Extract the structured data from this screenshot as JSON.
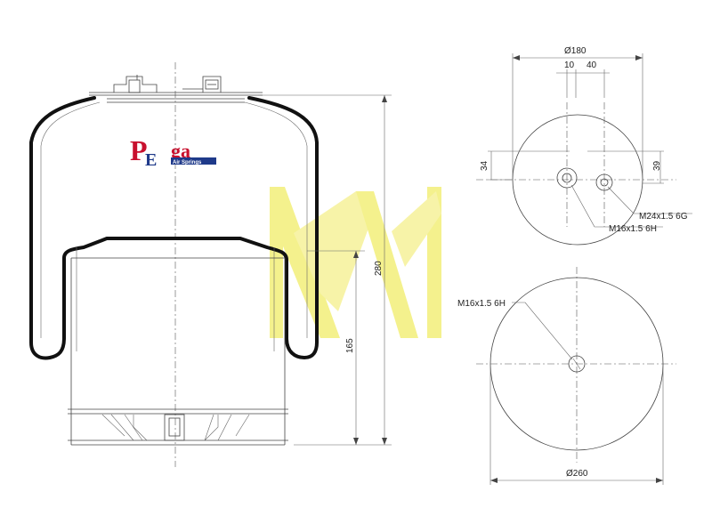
{
  "brand": {
    "letters_main": "P",
    "letters_sub": "E",
    "letters_rest": "ga",
    "tagline": "Air Springs",
    "color_red": "#c8102e",
    "color_blue": "#1f3a8a"
  },
  "watermark": {
    "color": "#f3ef7a"
  },
  "side_view": {
    "height_total": "280",
    "height_piston": "165"
  },
  "top_view": {
    "diameter": "Ø180",
    "offset_a": "10",
    "offset_b": "40",
    "dim_left": "34",
    "dim_right": "39",
    "thread_large": "M24x1.5 6G",
    "thread_small": "M16x1.5 6H"
  },
  "bottom_view": {
    "diameter": "Ø260",
    "thread": "M16x1.5 6H"
  }
}
